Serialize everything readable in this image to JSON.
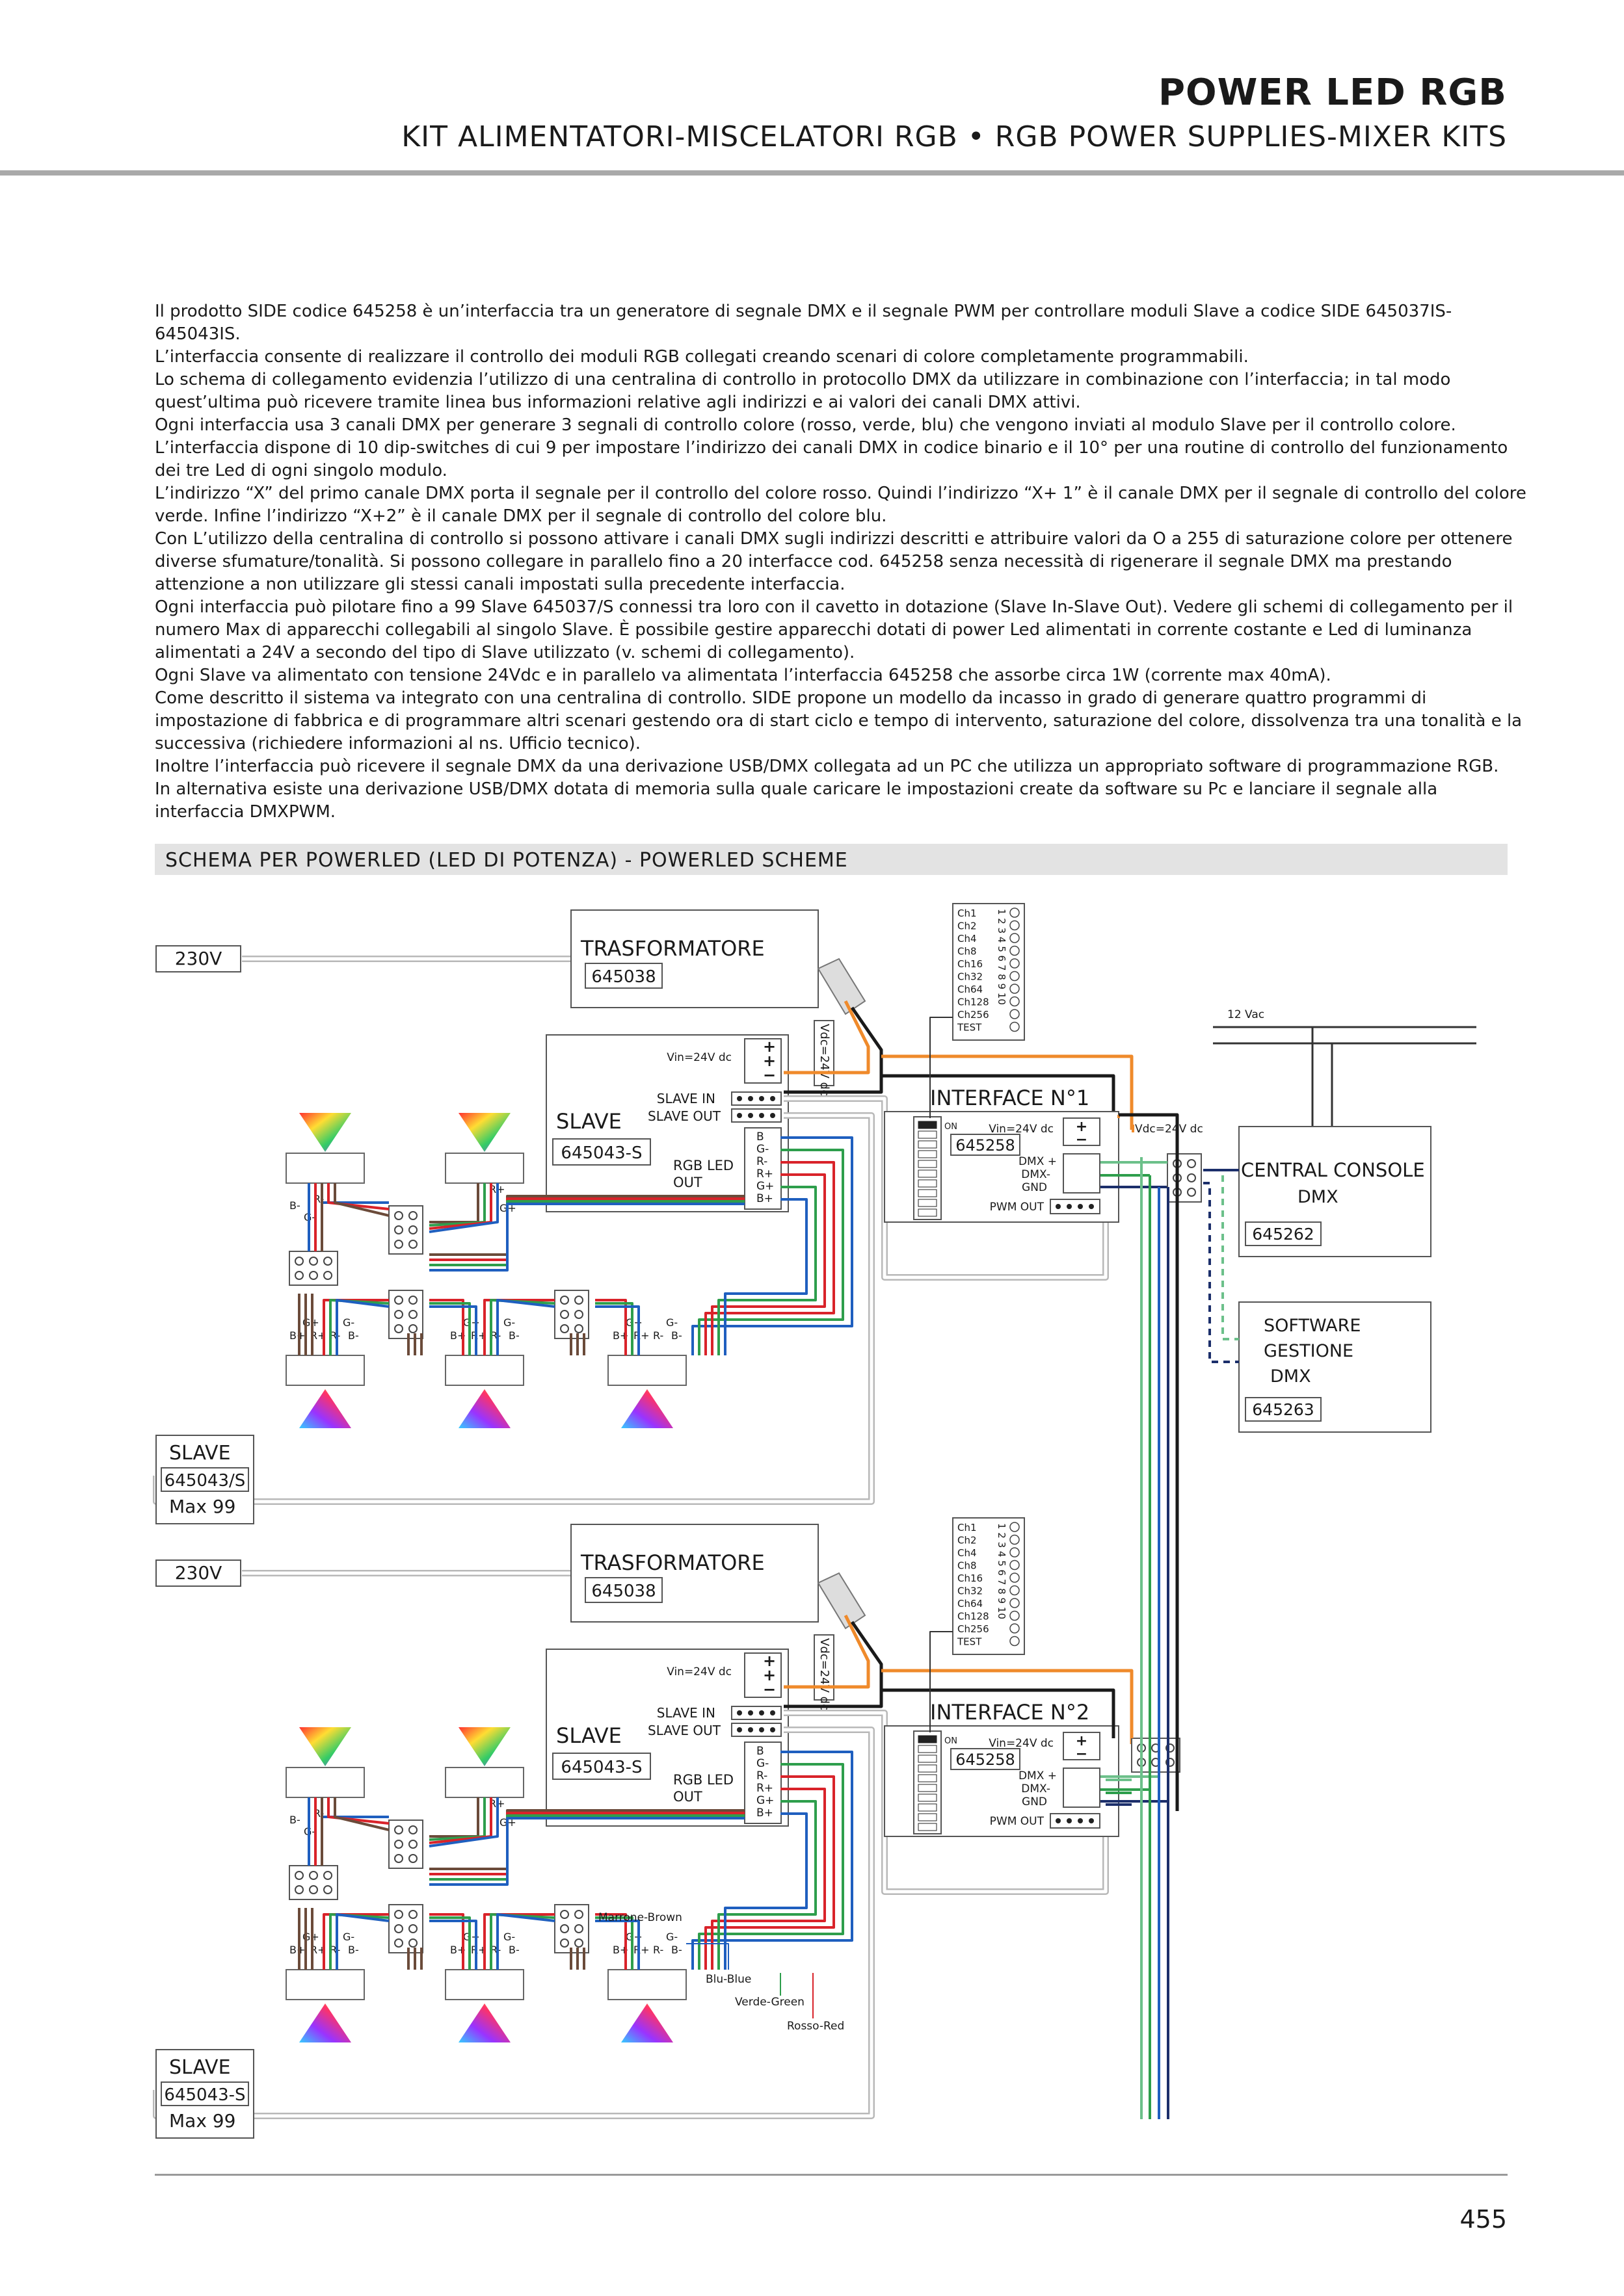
{
  "header": {
    "title": "POWER LED RGB",
    "subtitle": "KIT ALIMENTATORI-MISCELATORI RGB • RGB POWER SUPPLIES-MIXER KITS"
  },
  "intro": [
    "Il prodotto SIDE codice 645258 è un’interfaccia tra un generatore di segnale DMX e il segnale PWM per controllare moduli Slave a codice SIDE 645037IS-645043IS.",
    "L’interfaccia consente di realizzare il controllo dei moduli RGB collegati creando scenari di colore completamente programmabili.",
    "Lo schema di collegamento evidenzia l’utilizzo di una centralina di controllo in protocollo DMX da utilizzare in combinazione con l’interfaccia; in tal modo quest’ultima può ricevere tramite linea bus informazioni relative agli indirizzi e ai valori dei canali DMX attivi.",
    "Ogni interfaccia usa 3 canali DMX per generare 3 segnali di controllo colore (rosso, verde, blu) che vengono inviati al modulo Slave per il controllo colore.",
    "L’interfaccia dispone di 10 dip-switches di cui 9 per impostare l’indirizzo dei canali DMX in codice binario e il 10° per una routine di controllo del funzionamento dei tre Led di ogni singolo modulo.",
    "L’indirizzo “X” del primo canale DMX porta il segnale per il controllo del colore rosso. Quindi l’indirizzo “X+ 1” è il canale DMX per il segnale di controllo del colore verde. Infine l’indirizzo “X+2” è il canale DMX per il segnale di controllo del colore blu.",
    "Con L’utilizzo della centralina di controllo si possono attivare i canali DMX sugli indirizzi descritti e attribuire valori da O a 255 di saturazione colore per ottenere diverse sfumature/tonalità. Si possono collegare in parallelo fino a 20 interfacce cod. 645258 senza necessità di rigenerare il segnale DMX ma prestando attenzione a non utilizzare gli stessi canali impostati sulla precedente interfaccia.",
    "Ogni interfaccia può pilotare fino a 99 Slave 645037/S connessi tra loro con il cavetto in dotazione (Slave In-Slave Out). Vedere gli schemi di collegamento per il numero Max di apparecchi collegabili al singolo Slave. È possibile gestire apparecchi dotati di power Led alimentati in corrente costante e Led di luminanza alimentati a 24V a secondo del tipo di Slave utilizzato (v. schemi di collegamento).",
    "Ogni Slave va alimentato con tensione 24Vdc e in parallelo va alimentata l’interfaccia 645258 che assorbe circa 1W (corrente max 40mA).",
    "Come descritto il sistema va integrato con una centralina di controllo. SIDE propone un modello da incasso in grado di generare quattro programmi di impostazione di fabbrica e di programmare altri scenari gestendo ora di start ciclo e tempo di intervento, saturazione del colore, dissolvenza tra una tonalità e la successiva (richiedere informazioni al ns. Ufficio tecnico).",
    "Inoltre l’interfaccia può ricevere il segnale DMX da una derivazione USB/DMX collegata ad un PC che utilizza un appropriato software di programmazione RGB.",
    "In alternativa esiste una derivazione USB/DMX dotata di memoria sulla quale caricare le impostazioni create da software su Pc e lanciare il segnale alla interfaccia DMXPWM."
  ],
  "section_title": "SCHEMA PER POWERLED (LED DI POTENZA) - POWERLED SCHEME",
  "diagram": {
    "v230": "230V",
    "trafo_label": "TRASFORMATORE",
    "trafo_code": "645038",
    "vdc_label": "Vdc=24V dc",
    "slave_label": "SLAVE",
    "slave_code_1": "645043-S",
    "slave_code_2": "645043-S",
    "vin_label": "Vin=24V dc",
    "plus": "+",
    "minus": "−",
    "slave_in": "SLAVE IN",
    "slave_out": "SLAVE OUT",
    "rgb_led": "RGB LED",
    "out": "OUT",
    "pin_b": "B",
    "pin_gm": "G-",
    "pin_rm": "R-",
    "pin_rp": "R+",
    "pin_gp": "G+",
    "pin_bp": "B+",
    "pin_bm": "B-",
    "interface_1": "INTERFACE N°1",
    "interface_2": "INTERFACE N°2",
    "interface_code": "645258",
    "dmx_plus": "DMX +",
    "dmx_minus": "DMX-",
    "gnd": "GND",
    "pwm_out": "PWM OUT",
    "dip_on": "ON",
    "dip_channels": [
      "Ch1",
      "Ch2",
      "Ch4",
      "Ch8",
      "Ch16",
      "Ch32",
      "Ch64",
      "Ch128",
      "Ch256",
      "TEST"
    ],
    "dip_numbers": "1 2 3 4 5 6 7 8 9 10",
    "v12ac": "12 Vac",
    "vdc_label_small": "Vdc=24V dc",
    "central_console": "CENTRAL CONSOLE",
    "dmx": "DMX",
    "console_code": "645262",
    "software": "SOFTWARE",
    "gestione": "GESTIONE",
    "software_code": "645263",
    "slave_s_code": "645043/S",
    "max99": "Max 99",
    "slave_s_code_2": "645043-S",
    "wire_brown": "Marrone-Brown",
    "wire_blue": "Blu-Blue",
    "wire_green": "Verde-Green",
    "wire_red": "Rosso-Red",
    "colors": {
      "red": "#d9232a",
      "green": "#2e9e4c",
      "blue": "#1f5fbf",
      "brown": "#6b4b3a",
      "orange": "#ef8a2b",
      "grey": "#b8b8b8",
      "black": "#1a1a1a",
      "navy": "#1c2f6b",
      "lightgreen": "#6cc08a"
    }
  },
  "page_number": "455"
}
